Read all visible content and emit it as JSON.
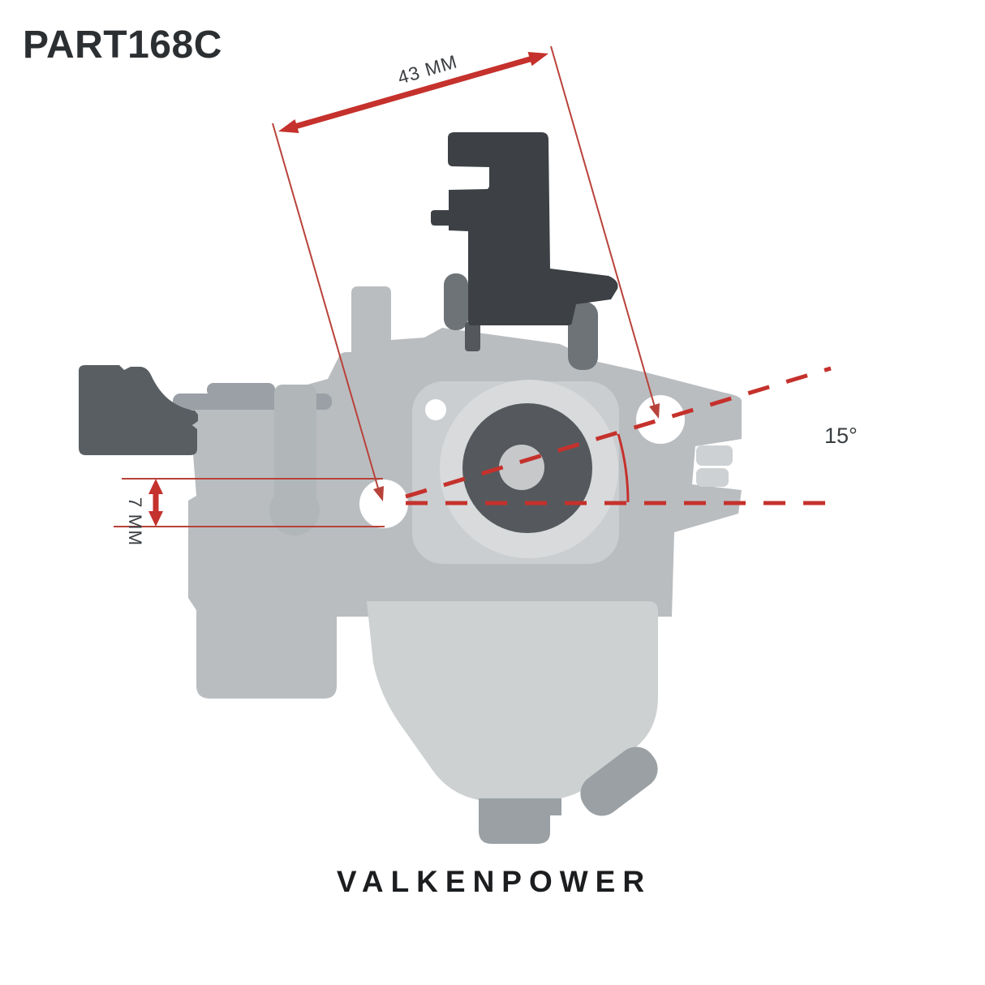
{
  "page": {
    "title": "PART168C",
    "background": "#ffffff"
  },
  "header": {
    "part_number": "PART168C"
  },
  "dimensions": {
    "width": {
      "label": "43 MM",
      "value": 43,
      "unit": "MM"
    },
    "offset": {
      "label": "7 MM",
      "value": 7,
      "unit": "MM"
    },
    "angle": {
      "label": "15°",
      "value": 15,
      "unit": "degrees"
    }
  },
  "footer": {
    "brand": "VALKENPOWER"
  },
  "colors": {
    "annotation_red": "#c5312c",
    "annotation_red_thin": "#b8423a",
    "text_dark": "#35383b",
    "part_body_gray": "#babdc0",
    "part_dark_gray": "#3d4145",
    "part_lever_gray": "#595e62",
    "part_medium_gray": "#9aa0a5",
    "part_pillar_gray": "#6e7377",
    "part_rod_gray": "#b1b6b9",
    "part_flange_gray": "#cbced0",
    "part_ring_gray": "#d8dadb",
    "part_bowl_gray": "#ced1d2",
    "part_foot_gray": "#9aa0a3",
    "bore_dark": "#55595d",
    "bore_center": "#c6c8ca",
    "hole_white": "#ffffff"
  }
}
